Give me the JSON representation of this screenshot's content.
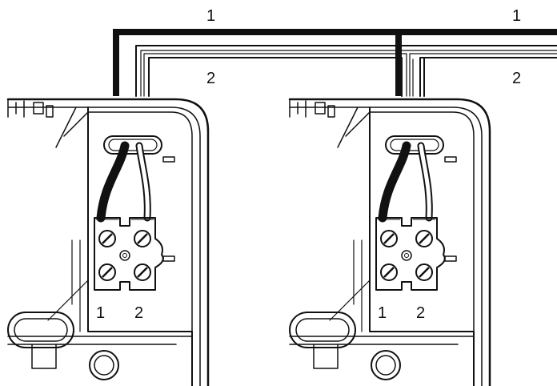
{
  "wire_labels": {
    "wire_1": "1",
    "wire_2": "2"
  },
  "terminal_labels": {
    "terminal_1": "1",
    "terminal_2": "2"
  },
  "colors": {
    "ink": "#111111",
    "background": "#ffffff"
  },
  "boxes": [
    {
      "id": "left-box"
    },
    {
      "id": "right-box"
    }
  ]
}
